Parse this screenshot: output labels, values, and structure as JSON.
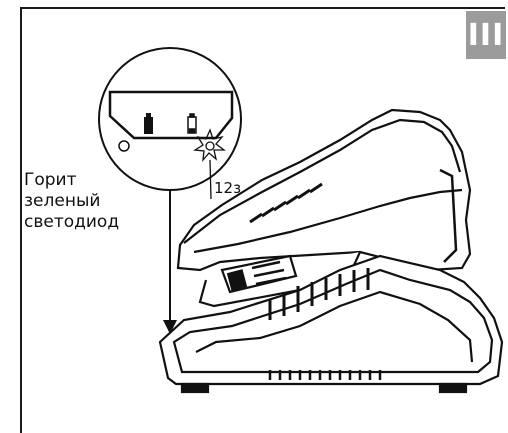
{
  "step_badge": {
    "label": "III"
  },
  "caption": {
    "line1": "Горит",
    "line2": "зеленый",
    "line3": "светодиод"
  },
  "timer": {
    "label": "12з"
  },
  "colors": {
    "badge": "#9b9b9b",
    "ink": "#111111"
  }
}
